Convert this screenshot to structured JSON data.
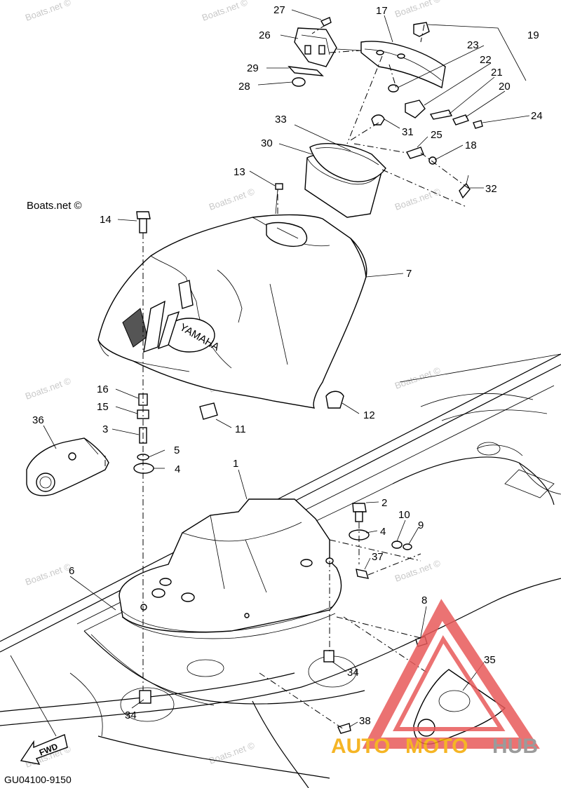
{
  "diagram_code": "GU04100-9150",
  "watermark_text": "Boats.net ©",
  "logo": {
    "part1": "AUTO",
    "part2": "MOTO",
    "part3": "HUB",
    "color_auto": "#f4a900",
    "color_moto": "#f4a900",
    "color_hub": "#8a8a8a",
    "triangle_color": "#e85a5a"
  },
  "fwd_label": "FWD",
  "tank_label": "YAMAHA",
  "labels": {
    "p1": "1",
    "p2": "2",
    "p3": "3",
    "p4a": "4",
    "p4b": "4",
    "p5": "5",
    "p6": "6",
    "p7": "7",
    "p8": "8",
    "p9": "9",
    "p10": "10",
    "p11": "11",
    "p12": "12",
    "p13": "13",
    "p14": "14",
    "p15": "15",
    "p16": "16",
    "p17": "17",
    "p18": "18",
    "p19": "19",
    "p20": "20",
    "p21": "21",
    "p22": "22",
    "p23": "23",
    "p24": "24",
    "p25": "25",
    "p26": "26",
    "p27": "27",
    "p28": "28",
    "p29": "29",
    "p30": "30",
    "p31": "31",
    "p32": "32",
    "p33": "33",
    "p34a": "34",
    "p34b": "34",
    "p35": "35",
    "p36": "36",
    "p37": "37",
    "p38": "38"
  }
}
